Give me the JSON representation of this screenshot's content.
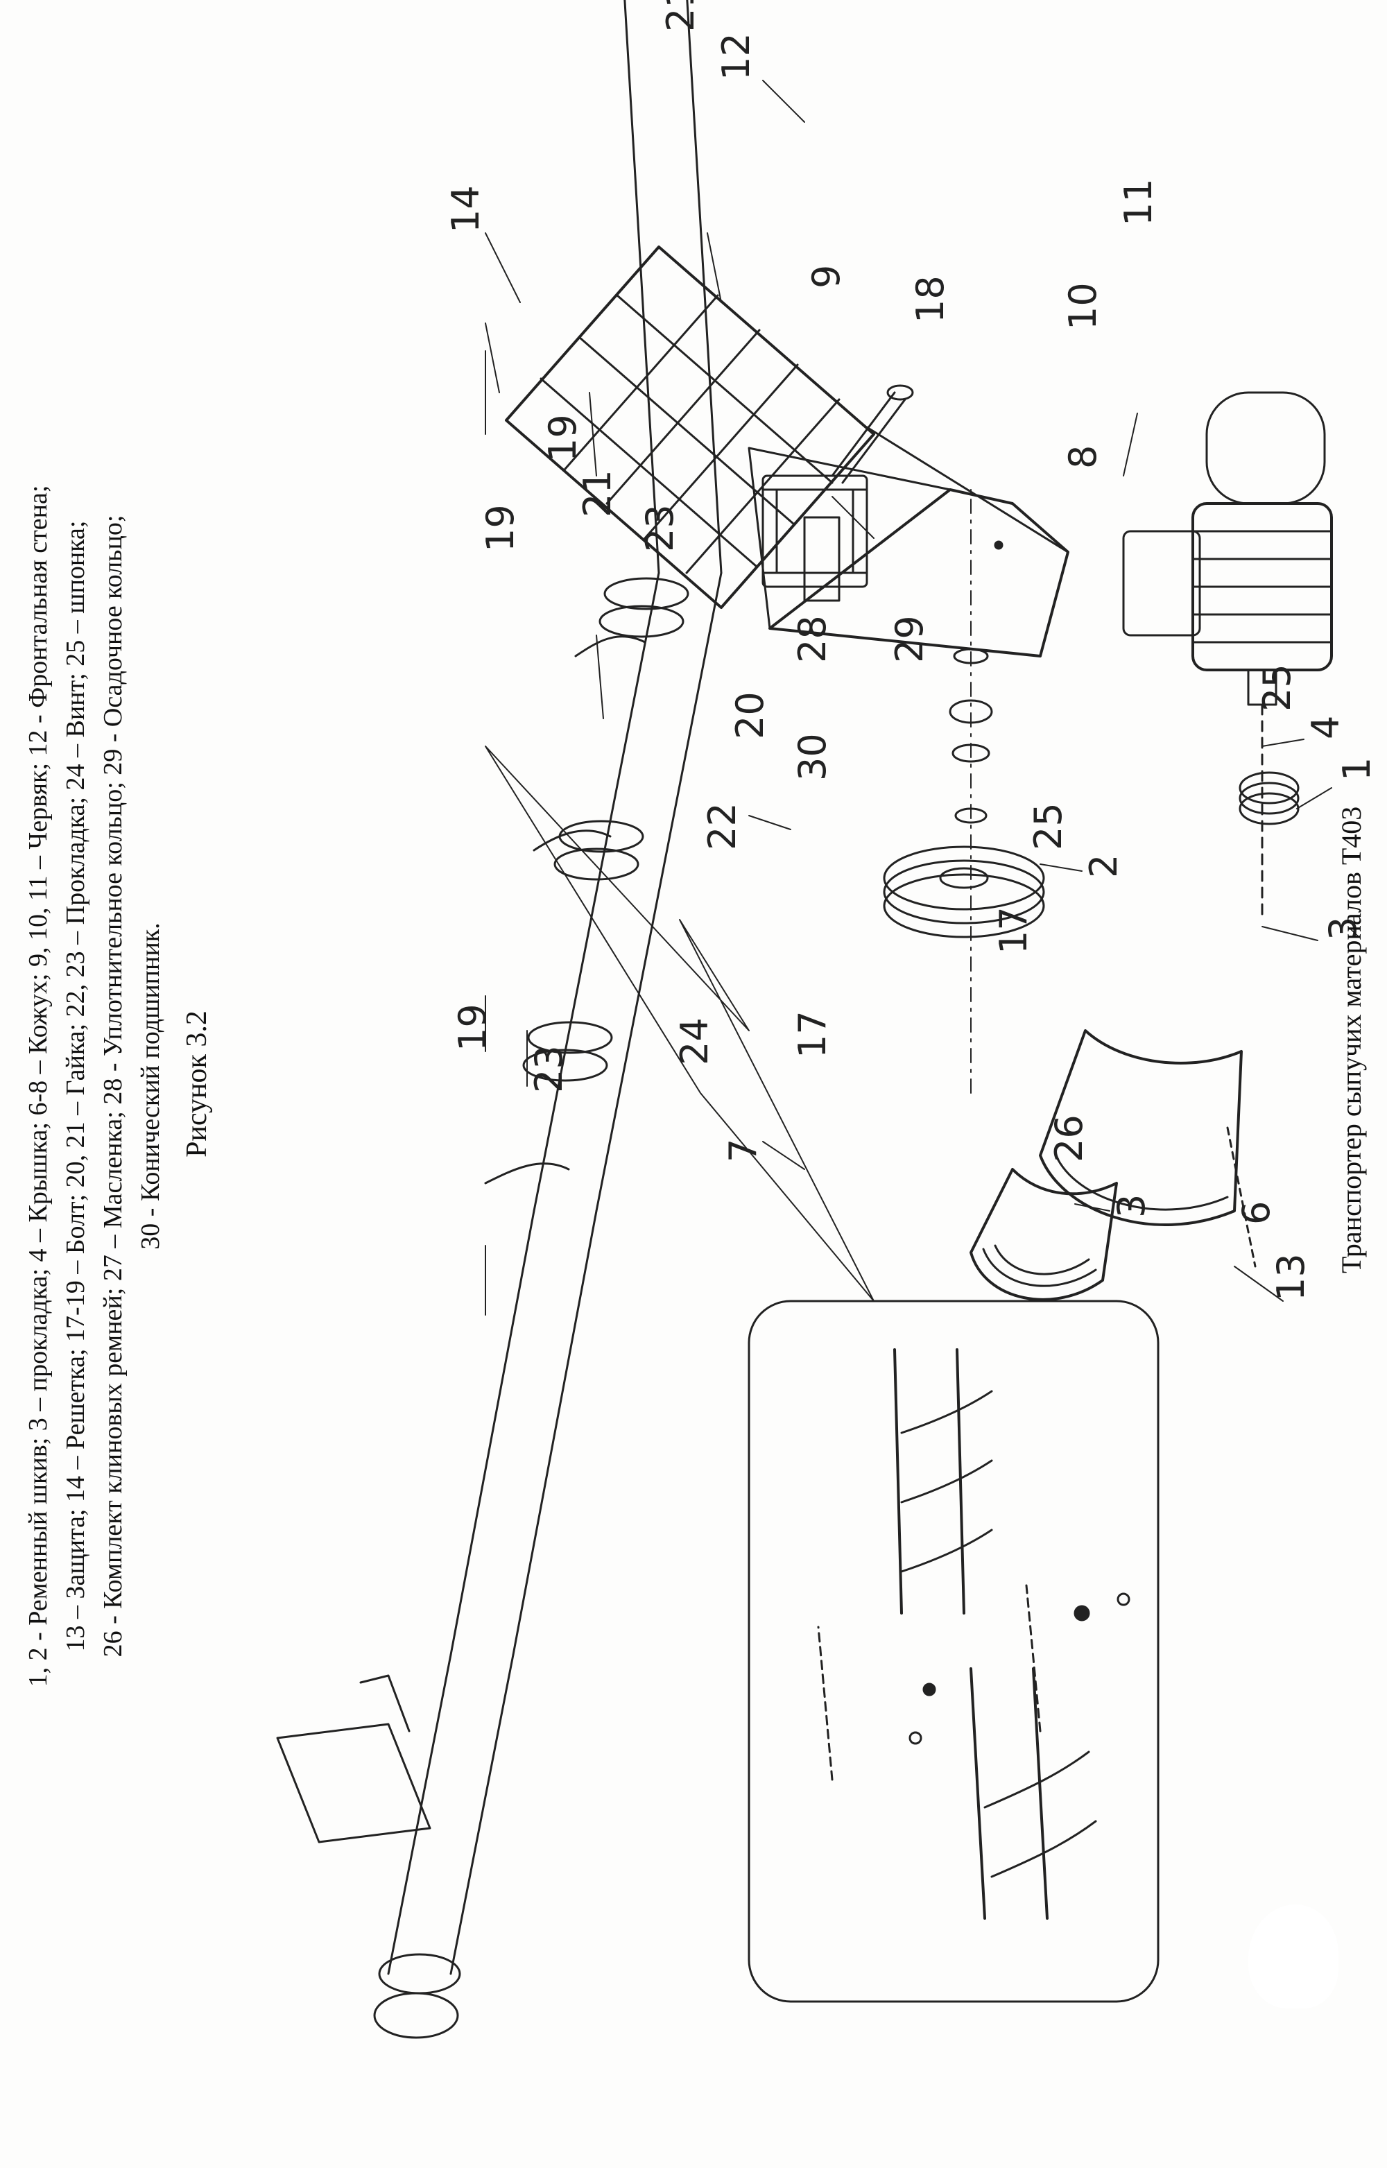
{
  "title": "Транспортер сыпучих материалов Т403",
  "legend_lines": [
    "1, 2 - Ременный шкив; 3 – прокладка; 4 – Крышка; 6-8 – Кожух; 9, 10, 11 – Червяк; 12 - Фронтальная стена;",
    "13 – Защита; 14 – Решетка; 17-19 – Болт; 20, 21 – Гайка; 22, 23 – Прокладка; 24 – Винт; 25 – шпонка;",
    "26 - Комплект клиновых ремней; 27 – Масленка; 28 - Уплотнительное кольцо; 29 - Осадочное кольцо;",
    "30 - Конический подшипник."
  ],
  "caption": "Рисунок 3.2",
  "part_labels": [
    "1",
    "2",
    "3",
    "4",
    "6",
    "7",
    "8",
    "9",
    "10",
    "11",
    "12",
    "13",
    "14",
    "17",
    "18",
    "19",
    "20",
    "21",
    "22",
    "23",
    "24",
    "25",
    "26",
    "28",
    "29",
    "30"
  ],
  "colors": {
    "ink": "#222222",
    "paper": "#fdfdfc"
  }
}
